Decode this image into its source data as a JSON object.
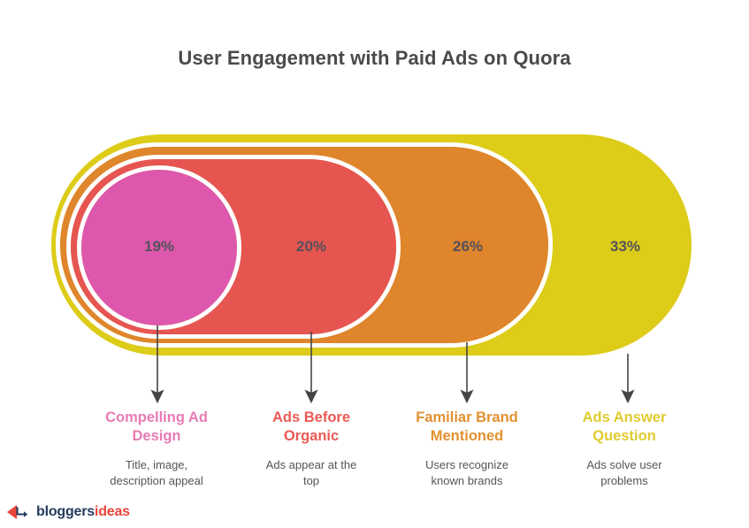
{
  "header": {
    "title": "User Engagement with Paid Ads on Quora"
  },
  "logo": {
    "mark_icon": "bloggersideas-arrow-mark",
    "word_primary": "bloggers",
    "word_accent": "ideas",
    "color_primary": "#243b5e",
    "color_accent": "#e8453c"
  },
  "chart_data": {
    "type": "bar",
    "title": "User Engagement with Paid Ads on Quora",
    "subtitle": "",
    "xlabel": "",
    "ylabel": "",
    "unit": "%",
    "layout": "nested-stadium-rings",
    "grid": false,
    "legend_position": "below",
    "categories": [
      "Compelling Ad Design",
      "Ads Before Organic",
      "Familiar Brand Mentioned",
      "Ads Answer Question"
    ],
    "values": [
      19,
      20,
      26,
      33
    ],
    "value_labels": [
      "19%",
      "20%",
      "26%",
      "33%"
    ],
    "descriptions": [
      "Title, image, description appeal",
      "Ads appear at the top",
      "Users recognize known brands",
      "Ads solve user problems"
    ],
    "colors": [
      "#dd58ac",
      "#e65550",
      "#df852c",
      "#ddcc18"
    ],
    "label_colors": [
      "#e87bb5",
      "#ea5a55",
      "#e2912f",
      "#decb2e"
    ],
    "value_text_color": "#55515a",
    "separator_color": "#ffffff",
    "ylim": [
      0,
      100
    ]
  },
  "segments": [
    {
      "name": "Compelling Ad Design",
      "name_line1": "Compelling Ad",
      "name_line2": "Design",
      "desc_line1": "Title, image,",
      "desc_line2": "description appeal",
      "value": "19%",
      "color": "#dd58ac",
      "label_color": "#e87bb5"
    },
    {
      "name": "Ads Before Organic",
      "name_line1": "Ads Before",
      "name_line2": "Organic",
      "desc_line1": "Ads appear at the",
      "desc_line2": "top",
      "value": "20%",
      "color": "#e65550",
      "label_color": "#ea5a55"
    },
    {
      "name": "Familiar Brand Mentioned",
      "name_line1": "Familiar Brand",
      "name_line2": "Mentioned",
      "desc_line1": "Users recognize",
      "desc_line2": "known brands",
      "value": "26%",
      "color": "#df852c",
      "label_color": "#e2912f"
    },
    {
      "name": "Ads Answer Question",
      "name_line1": "Ads Answer",
      "name_line2": "Question",
      "desc_line1": "Ads solve user",
      "desc_line2": "problems",
      "value": "33%",
      "color": "#ddcc18",
      "label_color": "#decb2e"
    }
  ],
  "connectors": {
    "arrow_icon": "arrow-down-icon",
    "color": "#454545",
    "count": 4
  }
}
